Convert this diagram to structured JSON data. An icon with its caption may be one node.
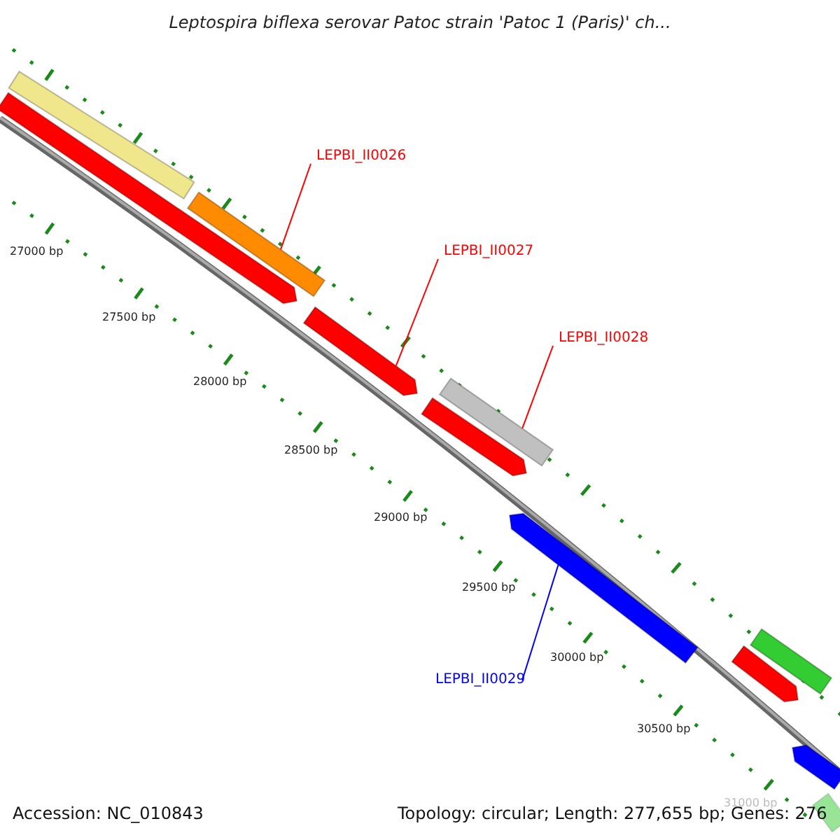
{
  "diagram": {
    "title": "Leptospira biflexa serovar Patoc strain 'Patoc 1 (Paris)' ch...",
    "nodes": [
      {
        "text": [
          "LEPBI_II0026"
        ]
      },
      {
        "text": [
          "LEPBI_II0027"
        ]
      },
      {
        "text": [
          "LEPBI_II0028"
        ]
      },
      {
        "text": [
          "LEPBI_II0029"
        ]
      },
      {
        "text": [],
        "shape": "bar"
      },
      {
        "text": [],
        "shape": "bar"
      },
      {
        "text": [],
        "shape": "bar"
      },
      {
        "text": [],
        "shape": "bar"
      },
      {
        "text": [],
        "shape": "bar"
      },
      {
        "text": [],
        "shape": "bar"
      },
      {
        "text": [],
        "shape": "bar"
      },
      {
        "text": [],
        "shape": "bar"
      },
      {
        "text": [],
        "shape": "bar"
      },
      {
        "text": [],
        "shape": "bar"
      },
      {
        "text": [],
        "shape": "bar"
      }
    ],
    "edges": [
      {
        "from": 0,
        "to": 6,
        "arrow": "none"
      },
      {
        "from": 1,
        "to": 7,
        "arrow": "none"
      },
      {
        "from": 2,
        "to": 8,
        "arrow": "none"
      },
      {
        "from": 3,
        "to": 10,
        "arrow": "none",
        "color": "#0000ff"
      }
    ],
    "labels": [
      "27000 bp",
      "27500 bp",
      "28000 bp",
      "28500 bp",
      "29000 bp",
      "29500 bp",
      "30000 bp",
      "30500 bp",
      "31000 bp",
      "Accession: NC_010843",
      "Topology: circular; Length: 277,655 bp; Genes: 276"
    ]
  }
}
